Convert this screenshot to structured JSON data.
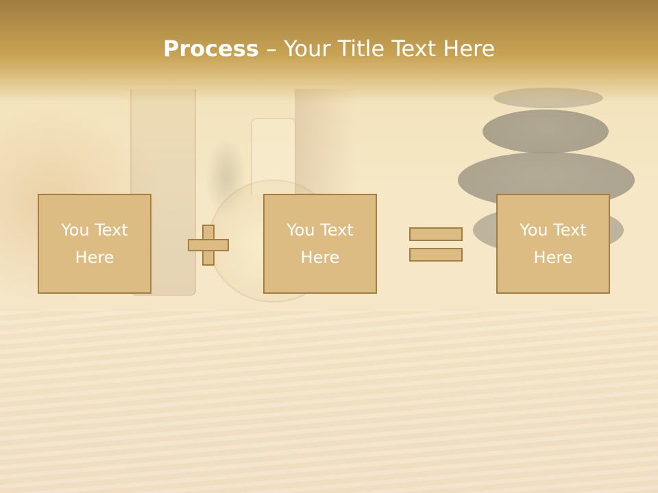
{
  "slide": {
    "title_bold": "Process",
    "title_rest": " – Your Title Text Here",
    "boxes": [
      {
        "text": "You Text\nHere"
      },
      {
        "text": "You Text\nHere"
      },
      {
        "text": "You Text\nHere"
      }
    ],
    "operators": [
      "plus-icon",
      "equals-icon"
    ]
  },
  "colors": {
    "title_bar": "#c9a455",
    "box_fill": "#dcbc82",
    "box_border": "#a17e44",
    "text": "#ffffff"
  }
}
